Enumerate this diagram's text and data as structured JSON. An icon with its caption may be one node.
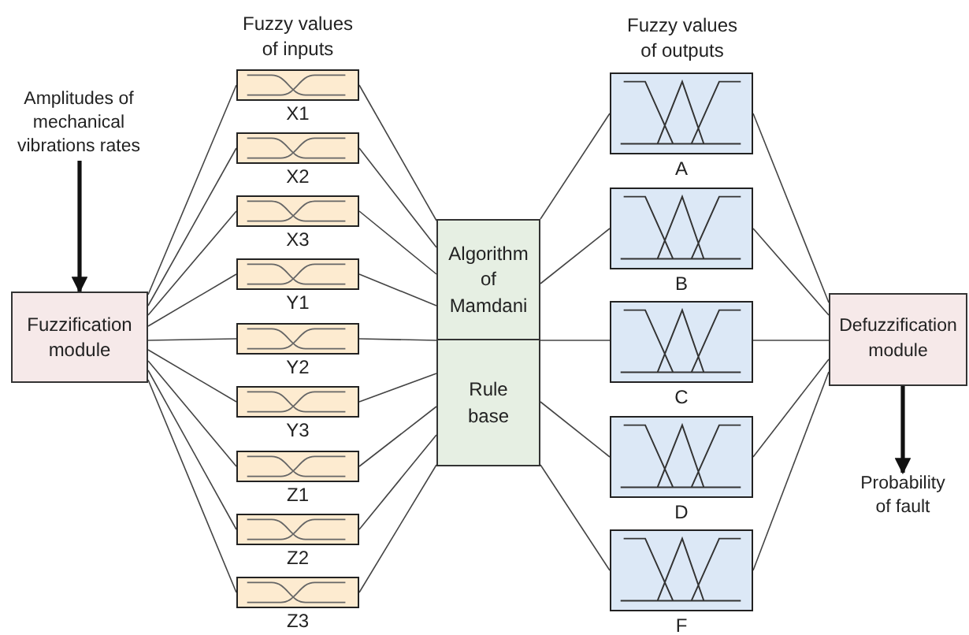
{
  "diagram": {
    "nodes": [
      {
        "text": [
          "Amplitudes of mechanical vibrations rates"
        ]
      },
      {
        "text": [
          "Fuzzification module"
        ]
      },
      {
        "text": [
          "X1"
        ]
      },
      {
        "text": [
          "X2"
        ]
      },
      {
        "text": [
          "X3"
        ]
      },
      {
        "text": [
          "Y1"
        ]
      },
      {
        "text": [
          "Y2"
        ]
      },
      {
        "text": [
          "Y3"
        ]
      },
      {
        "text": [
          "Z1"
        ]
      },
      {
        "text": [
          "Z2"
        ]
      },
      {
        "text": [
          "Z3"
        ]
      },
      {
        "text": [
          "Algorithm of Mamdani"
        ]
      },
      {
        "text": [
          "Rule base"
        ]
      },
      {
        "text": [
          "A"
        ]
      },
      {
        "text": [
          "B"
        ]
      },
      {
        "text": [
          "C"
        ]
      },
      {
        "text": [
          "D"
        ]
      },
      {
        "text": [
          "F"
        ]
      },
      {
        "text": [
          "Defuzzification module"
        ]
      },
      {
        "text": [
          "Probability of fault"
        ]
      }
    ],
    "edges": [
      {
        "from": 0,
        "to": 1,
        "arrow": "to",
        "style": "thick"
      },
      {
        "from": 1,
        "to": 2,
        "arrow": "none"
      },
      {
        "from": 1,
        "to": 3,
        "arrow": "none"
      },
      {
        "from": 1,
        "to": 4,
        "arrow": "none"
      },
      {
        "from": 1,
        "to": 5,
        "arrow": "none"
      },
      {
        "from": 1,
        "to": 6,
        "arrow": "none"
      },
      {
        "from": 1,
        "to": 7,
        "arrow": "none"
      },
      {
        "from": 1,
        "to": 8,
        "arrow": "none"
      },
      {
        "from": 1,
        "to": 9,
        "arrow": "none"
      },
      {
        "from": 1,
        "to": 10,
        "arrow": "none"
      },
      {
        "from": 2,
        "to": 11,
        "arrow": "none"
      },
      {
        "from": 3,
        "to": 11,
        "arrow": "none"
      },
      {
        "from": 4,
        "to": 11,
        "arrow": "none"
      },
      {
        "from": 5,
        "to": 11,
        "arrow": "none"
      },
      {
        "from": 6,
        "to": 12,
        "arrow": "none"
      },
      {
        "from": 7,
        "to": 12,
        "arrow": "none"
      },
      {
        "from": 8,
        "to": 12,
        "arrow": "none"
      },
      {
        "from": 9,
        "to": 12,
        "arrow": "none"
      },
      {
        "from": 10,
        "to": 12,
        "arrow": "none"
      },
      {
        "from": 11,
        "to": 13,
        "arrow": "none"
      },
      {
        "from": 11,
        "to": 14,
        "arrow": "none"
      },
      {
        "from": 11,
        "to": 15,
        "arrow": "none"
      },
      {
        "from": 12,
        "to": 16,
        "arrow": "none"
      },
      {
        "from": 12,
        "to": 17,
        "arrow": "none"
      },
      {
        "from": 13,
        "to": 18,
        "arrow": "none"
      },
      {
        "from": 14,
        "to": 18,
        "arrow": "none"
      },
      {
        "from": 15,
        "to": 18,
        "arrow": "none"
      },
      {
        "from": 16,
        "to": 18,
        "arrow": "none"
      },
      {
        "from": 17,
        "to": 18,
        "arrow": "none"
      },
      {
        "from": 18,
        "to": 19,
        "arrow": "to",
        "style": "thick"
      }
    ],
    "labels": [
      "Fuzzy values of inputs",
      "Fuzzy values of outputs"
    ]
  }
}
